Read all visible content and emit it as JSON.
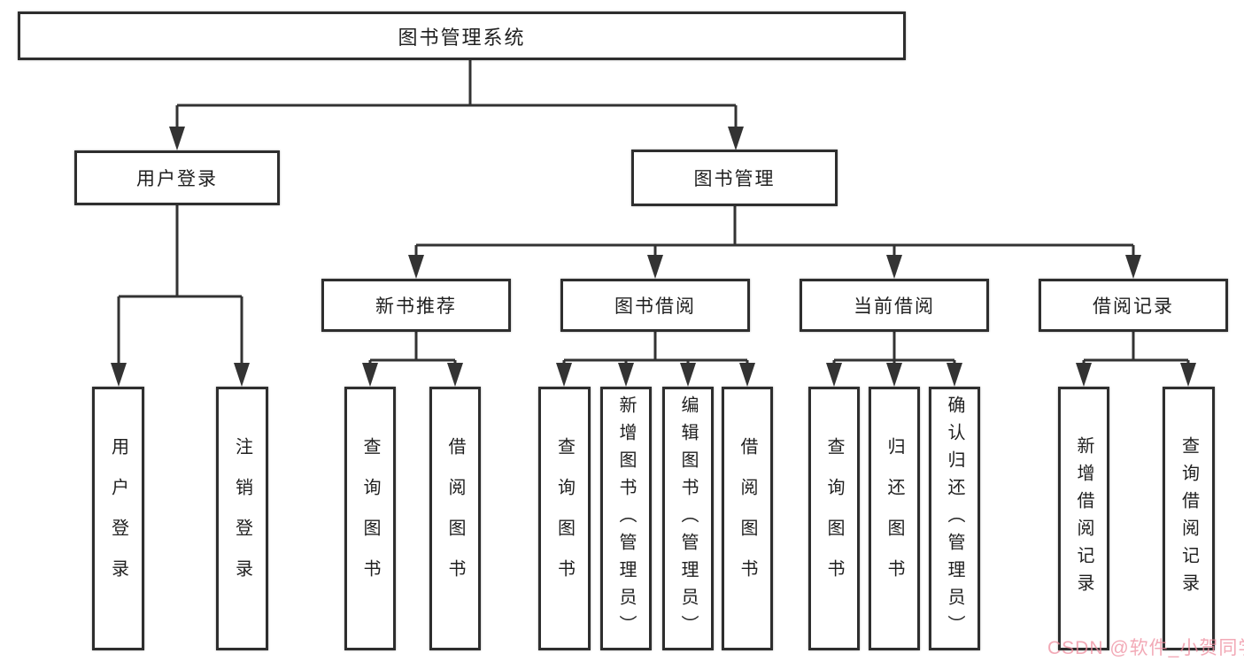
{
  "diagram": {
    "root": {
      "label": "图书管理系统"
    },
    "level2": [
      {
        "label": "用户登录"
      },
      {
        "label": "图书管理"
      }
    ],
    "level3": [
      {
        "label": "新书推荐"
      },
      {
        "label": "图书借阅"
      },
      {
        "label": "当前借阅"
      },
      {
        "label": "借阅记录"
      }
    ],
    "leaves": {
      "user_login": [
        {
          "label": "用户登录"
        },
        {
          "label": "注销登录"
        }
      ],
      "new_book": [
        {
          "label": "查询图书"
        },
        {
          "label": "借阅图书"
        }
      ],
      "book_borrow": [
        {
          "label": "查询图书"
        },
        {
          "label": "新增图书（管理员）"
        },
        {
          "label": "编辑图书（管理员）"
        },
        {
          "label": "借阅图书"
        }
      ],
      "current_borrow": [
        {
          "label": "查询图书"
        },
        {
          "label": "归还图书"
        },
        {
          "label": "确认归还（管理员）"
        }
      ],
      "borrow_records": [
        {
          "label": "新增借阅记录"
        },
        {
          "label": "查询借阅记录"
        }
      ]
    }
  },
  "watermark": {
    "text": "CSDN @软件_小贺同学",
    "color": "rgba(238,140,158,0.75)"
  },
  "colors": {
    "line": "#333333",
    "box_border": "#2e2e2e",
    "background": "#ffffff"
  }
}
